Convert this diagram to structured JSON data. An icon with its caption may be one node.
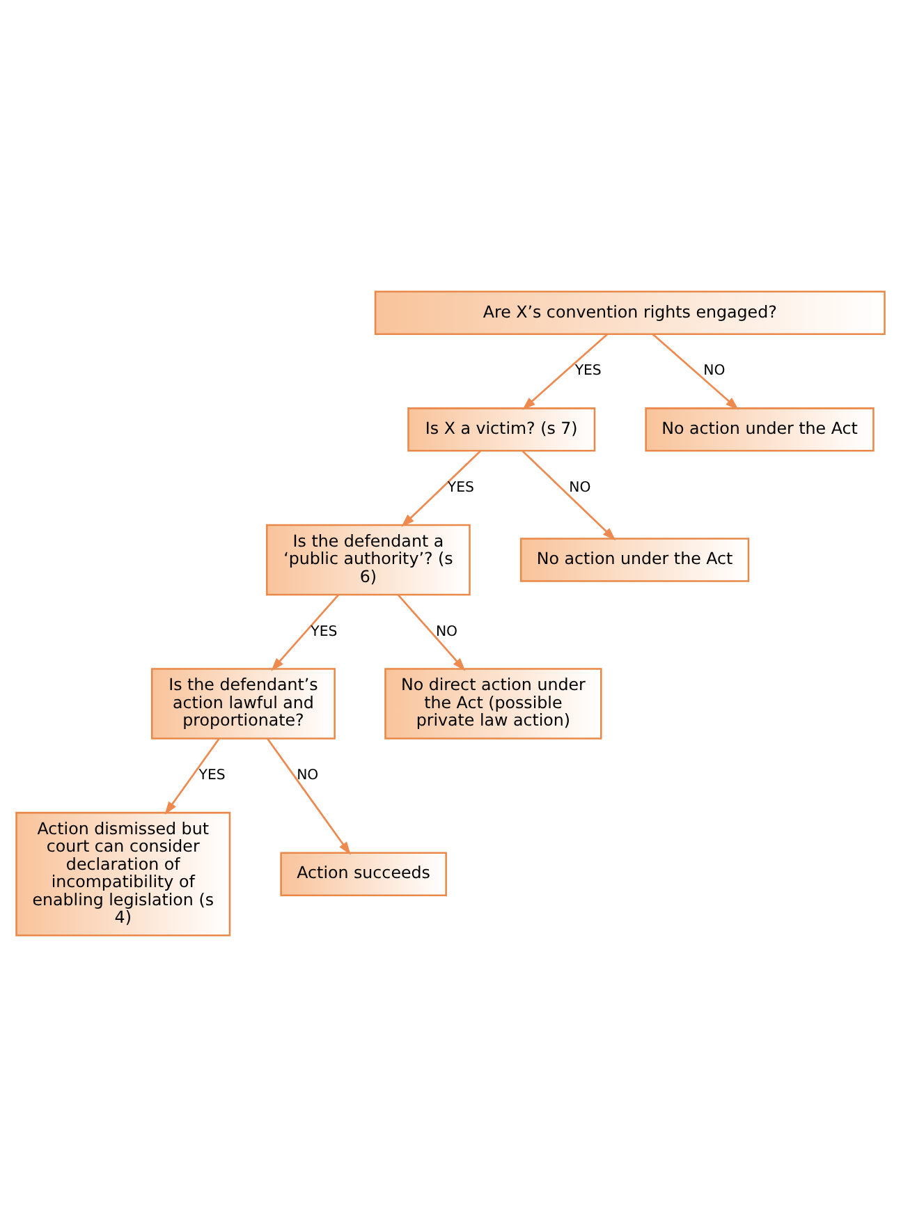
{
  "diagram": {
    "nodes": [
      {
        "text": [
          "Are X’s convention rights engaged?"
        ]
      },
      {
        "text": [
          "Is X a victim? (s 7)"
        ]
      },
      {
        "text": [
          "No action under the Act"
        ]
      },
      {
        "text": [
          "Is the defendant a ‘public authority’? (s 6)"
        ]
      },
      {
        "text": [
          "No action under the Act"
        ]
      },
      {
        "text": [
          "Is the defendant’s action lawful and proportionate?"
        ]
      },
      {
        "text": [
          "No direct action under the Act (possible private law action)"
        ]
      },
      {
        "text": [
          "Action dismissed but court can consider declaration of incompatibility of enabling legislation (s 4)"
        ]
      },
      {
        "text": [
          "Action succeeds"
        ]
      }
    ],
    "edges": [
      {
        "from": 0,
        "to": 1,
        "arrow": "to",
        "label": "YES"
      },
      {
        "from": 0,
        "to": 2,
        "arrow": "to",
        "label": "NO"
      },
      {
        "from": 1,
        "to": 3,
        "arrow": "to",
        "label": "YES"
      },
      {
        "from": 1,
        "to": 4,
        "arrow": "to",
        "label": "NO"
      },
      {
        "from": 3,
        "to": 5,
        "arrow": "to",
        "label": "YES"
      },
      {
        "from": 3,
        "to": 6,
        "arrow": "to",
        "label": "NO"
      },
      {
        "from": 5,
        "to": 7,
        "arrow": "to",
        "label": "YES"
      },
      {
        "from": 5,
        "to": 8,
        "arrow": "to",
        "label": "NO"
      }
    ]
  }
}
